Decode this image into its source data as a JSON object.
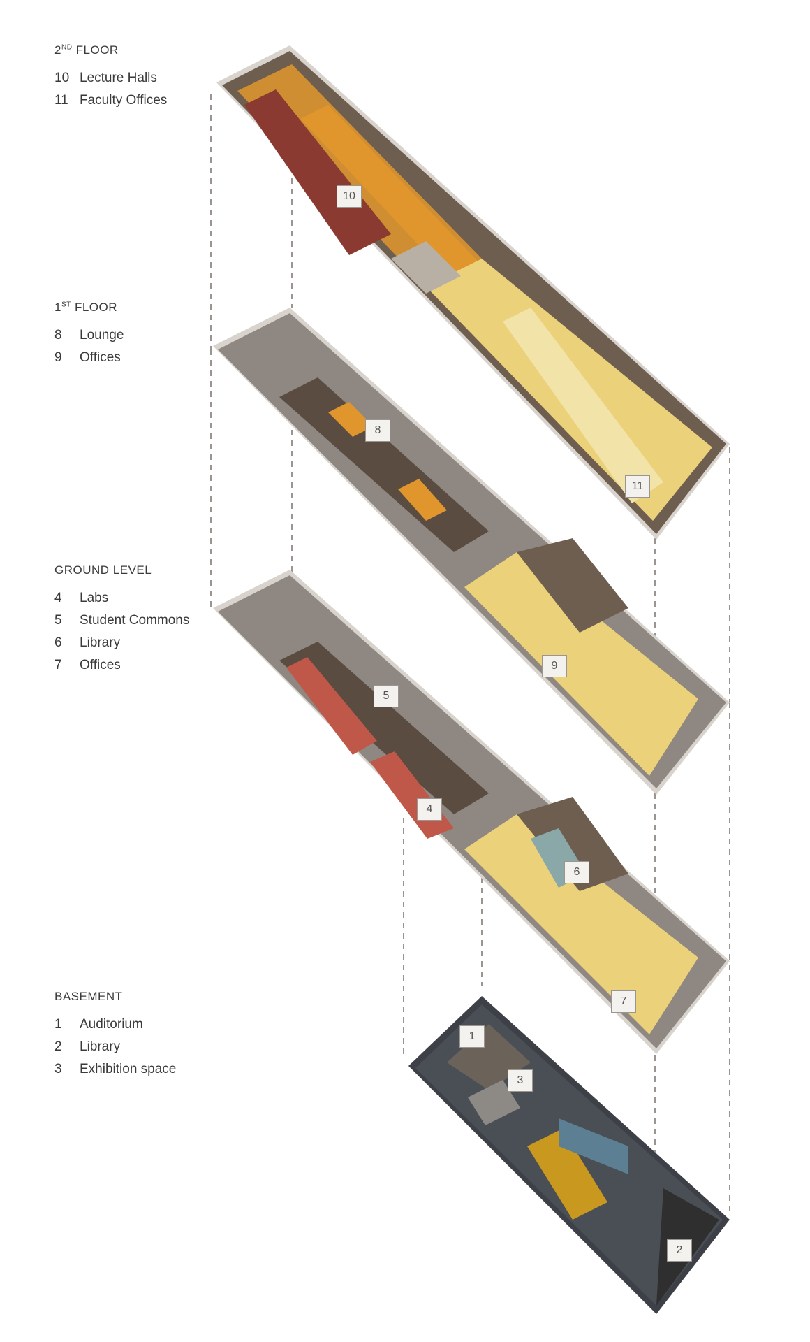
{
  "legend": {
    "second_floor": {
      "title_main": "2",
      "title_sup": "ND",
      "title_rest": " FLOOR",
      "items": [
        {
          "num": "10",
          "label": "Lecture Halls"
        },
        {
          "num": "11",
          "label": "Faculty Offices"
        }
      ]
    },
    "first_floor": {
      "title_main": "1",
      "title_sup": "ST",
      "title_rest": " FLOOR",
      "items": [
        {
          "num": "8",
          "label": "Lounge"
        },
        {
          "num": "9",
          "label": "Offices"
        }
      ]
    },
    "ground_level": {
      "title": "GROUND LEVEL",
      "items": [
        {
          "num": "4",
          "label": "Labs"
        },
        {
          "num": "5",
          "label": "Student Commons"
        },
        {
          "num": "6",
          "label": "Library"
        },
        {
          "num": "7",
          "label": "Offices"
        }
      ]
    },
    "basement": {
      "title": "BASEMENT",
      "items": [
        {
          "num": "1",
          "label": "Auditorium"
        },
        {
          "num": "2",
          "label": "Library"
        },
        {
          "num": "3",
          "label": "Exhibition space"
        }
      ]
    }
  },
  "tags": [
    "10",
    "11",
    "8",
    "9",
    "5",
    "4",
    "6",
    "7",
    "1",
    "3",
    "2"
  ],
  "colors": {
    "slab": "#8f8781",
    "slab_edge": "#d8d3cc",
    "dark_room": "#5a4c40",
    "orange_room": "#e0962c",
    "yellow_room": "#ebd27a",
    "red_room": "#8a3a30",
    "lab_red": "#c0584a",
    "basement_floor": "#3d4147",
    "auditorium": "#6b6259",
    "gold_room": "#c8981f"
  }
}
